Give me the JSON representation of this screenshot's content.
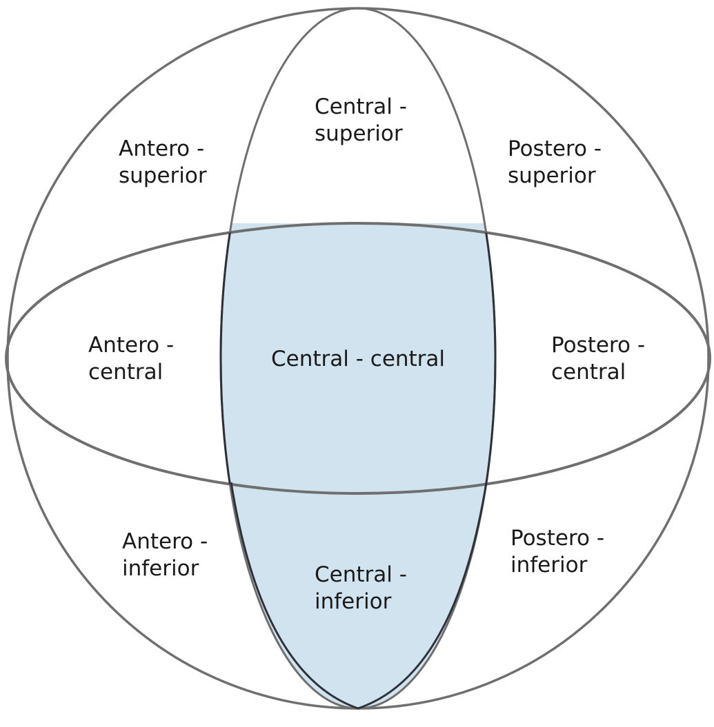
{
  "colors": {
    "highlight_fill": "#d2e3f0",
    "outline": "#6f6f6f",
    "inner_outline": "#2e3238",
    "text": "#1a1a1a",
    "background": "#ffffff"
  },
  "regions": {
    "antero_superior": {
      "line1": "Antero -",
      "line2": "superior"
    },
    "central_superior": {
      "line1": "Central -",
      "line2": "superior"
    },
    "postero_superior": {
      "line1": "Postero -",
      "line2": "superior"
    },
    "antero_central": {
      "line1": "Antero -",
      "line2": "central"
    },
    "central_central": {
      "line1": "Central - central"
    },
    "postero_central": {
      "line1": "Postero -",
      "line2": "central"
    },
    "antero_inferior": {
      "line1": "Antero -",
      "line2": "inferior"
    },
    "central_inferior": {
      "line1": "Central -",
      "line2": "inferior"
    },
    "postero_inferior": {
      "line1": "Postero -",
      "line2": "inferior"
    }
  }
}
